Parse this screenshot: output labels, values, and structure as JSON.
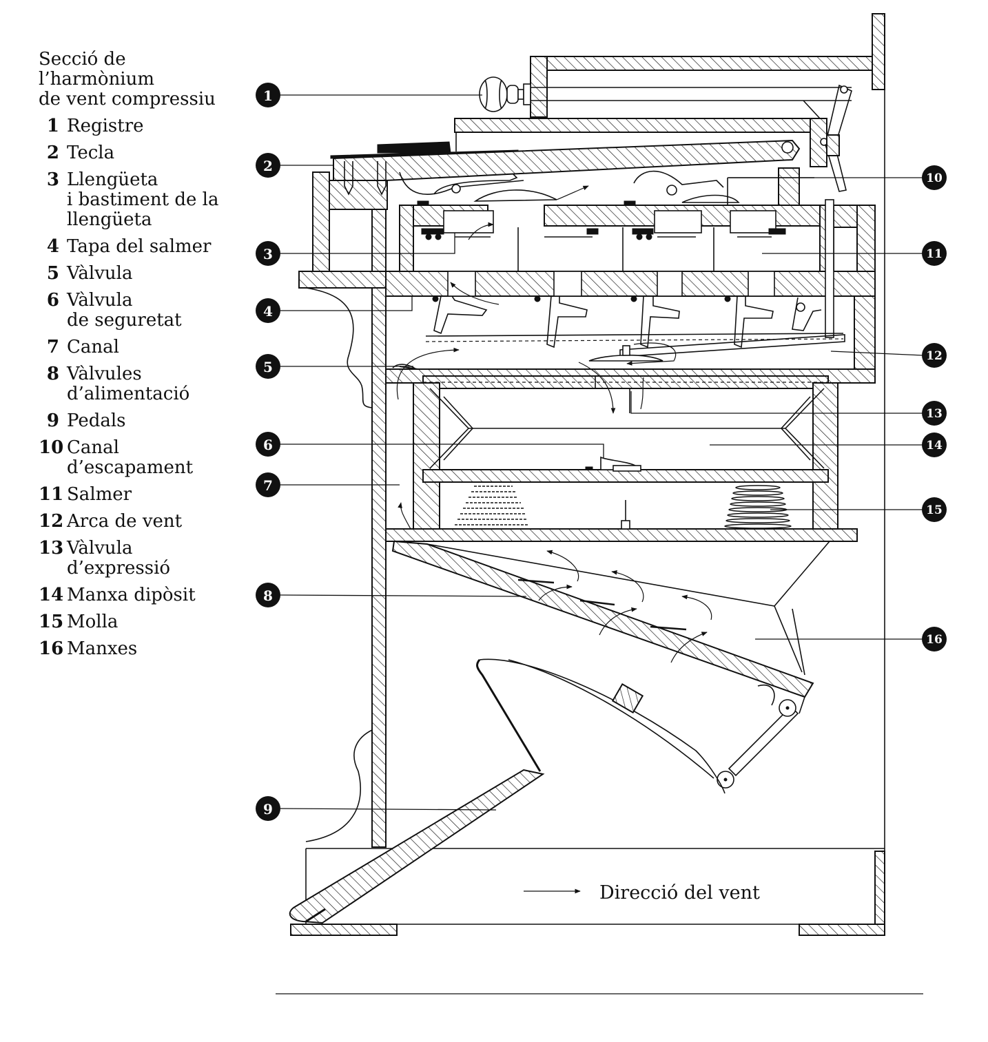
{
  "legend": {
    "title": "Secció de\nl’harmònium\nde vent compressiu",
    "items": [
      {
        "num": "1",
        "label": "Registre"
      },
      {
        "num": "2",
        "label": "Tecla"
      },
      {
        "num": "3",
        "label": "Llengüeta\ni bastiment de la\nllengüeta"
      },
      {
        "num": "4",
        "label": "Tapa del salmer"
      },
      {
        "num": "5",
        "label": "Vàlvula"
      },
      {
        "num": "6",
        "label": "Vàlvula\nde seguretat"
      },
      {
        "num": "7",
        "label": "Canal"
      },
      {
        "num": "8",
        "label": "Vàlvules\nd’alimentació"
      },
      {
        "num": "9",
        "label": "Pedals"
      },
      {
        "num": "10",
        "label": "Canal\nd’escapament"
      },
      {
        "num": "11",
        "label": "Salmer"
      },
      {
        "num": "12",
        "label": "Arca de vent"
      },
      {
        "num": "13",
        "label": "Vàlvula\nd’expressió"
      },
      {
        "num": "14",
        "label": "Manxa dipòsit"
      },
      {
        "num": "15",
        "label": "Molla"
      },
      {
        "num": "16",
        "label": "Manxes"
      }
    ]
  },
  "callouts": {
    "c1": "1",
    "c2": "2",
    "c3": "3",
    "c4": "4",
    "c5": "5",
    "c6": "6",
    "c7": "7",
    "c8": "8",
    "c9": "9",
    "c10": "10",
    "c11": "11",
    "c12": "12",
    "c13": "13",
    "c14": "14",
    "c15": "15",
    "c16": "16"
  },
  "wind_direction": "Direcció del vent"
}
